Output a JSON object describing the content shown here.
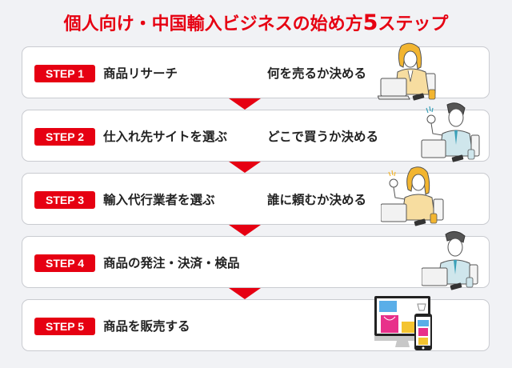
{
  "header": {
    "title_prefix": "個人向け・中国輸入ビジネスの始め方",
    "title_number": "5",
    "title_suffix": "ステップ"
  },
  "steps": [
    {
      "badge": "STEP 1",
      "title": "商品リサーチ",
      "desc": "何を売るか決める",
      "illustration": "woman-at-laptop-illustration"
    },
    {
      "badge": "STEP 2",
      "title": "仕入れ先サイトを選ぶ",
      "desc": "どこで買うか決める",
      "illustration": "man-ok-sign-at-laptop-illustration"
    },
    {
      "badge": "STEP 3",
      "title": "輸入代行業者を選ぶ",
      "desc": "誰に頼むか決める",
      "illustration": "woman-ok-sign-at-laptop-illustration"
    },
    {
      "badge": "STEP 4",
      "title": "商品の発注・決済・検品",
      "desc": "",
      "illustration": "man-at-laptop-illustration"
    },
    {
      "badge": "STEP 5",
      "title": "商品を販売する",
      "desc": "",
      "illustration": "online-shopping-devices-illustration"
    }
  ],
  "colors": {
    "accent": "#e60012",
    "background": "#f1f2f5",
    "card": "#ffffff",
    "text": "#222222"
  }
}
